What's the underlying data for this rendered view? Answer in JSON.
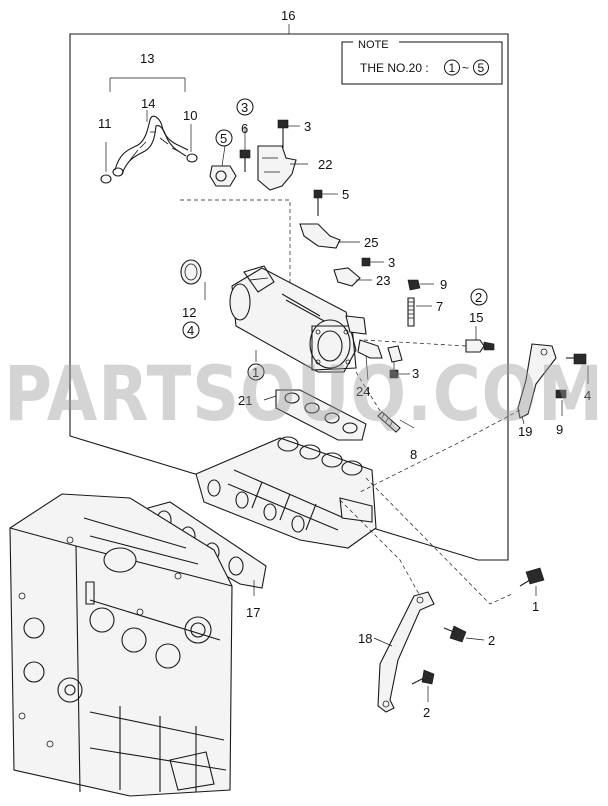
{
  "diagram": {
    "watermark": "PARTSOUQ.COM",
    "note": {
      "title": "NOTE",
      "body_prefix": "THE NO.20 : ",
      "range_start": "1",
      "range_sep": "~",
      "range_end": "5"
    },
    "callouts": {
      "c16": "16",
      "c13": "13",
      "c14": "14",
      "c11": "11",
      "c10": "10",
      "c6": "6",
      "c3a": "3",
      "c22": "22",
      "c5a": "5",
      "c25": "25",
      "c3b": "3",
      "c23": "23",
      "c9a": "9",
      "c7": "7",
      "c12": "12",
      "c15": "15",
      "c21": "21",
      "c24": "24",
      "c3c": "3",
      "c8": "8",
      "c4": "4",
      "c9b": "9",
      "c19": "19",
      "c17": "17",
      "c1": "1",
      "c18": "18",
      "c2a": "2",
      "c2b": "2"
    },
    "circled": {
      "k3": "3",
      "k5": "5",
      "k4": "4",
      "k2": "2",
      "k1": "1"
    }
  }
}
